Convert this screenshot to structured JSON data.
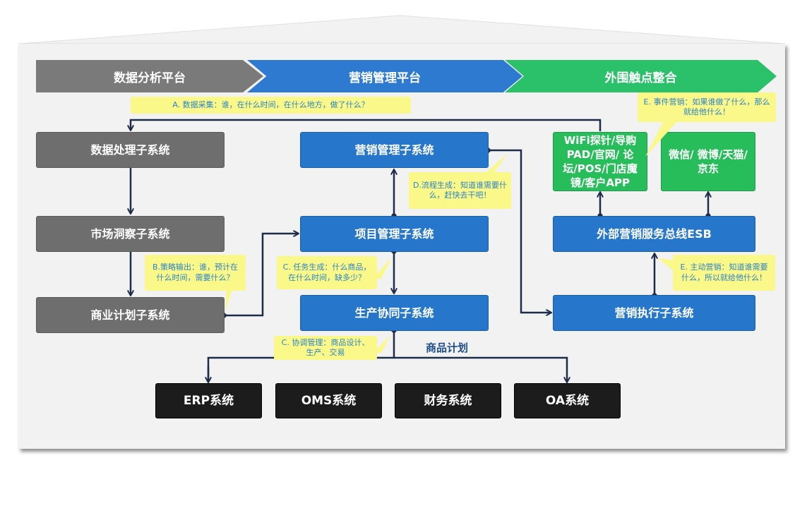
{
  "header": {
    "stage1": "数据分析平台",
    "stage2": "营销管理平台",
    "stage3": "外围触点整合"
  },
  "notes": {
    "a": "A. 数据采集：谁，在什么时间，在什么地方，做了什么？",
    "b": "B.策略输出：谁，预计在什么时间，需要什么？",
    "c1": "C. 任务生成：什么商品，在什么时间，缺多少？",
    "c2": "C. 协调管理：商品设计、生产、交易",
    "d": "D.流程生成：知道谁需要什么，赶快去干吧！",
    "e1": "E. 事件营销：如果谁做了什么，那么就给他什么！",
    "e2": "E. 主动营销：知道谁需要什么，所以就给他什么！"
  },
  "boxes": {
    "data_proc": "数据处理子系统",
    "market": "市场洞察子系统",
    "biz_plan": "商业计划子系统",
    "mkt_mgmt": "营销管理子系统",
    "project": "项目管理子系统",
    "production": "生产协同子系统",
    "wifi": "WiFi探针/导购PAD/官网/ 论坛/POS/门店魔镜/客户APP",
    "wechat": "微信/ 微博/天猫/京东",
    "esb": "外部营销服务总线ESB",
    "execution": "营销执行子系统"
  },
  "bottom": {
    "plan_label": "商品计划",
    "systems": [
      "ERP系统",
      "OMS系统",
      "财务系统",
      "OA系统"
    ]
  },
  "colors": {
    "gray": "#6e6e6e",
    "blue": "#2676cc",
    "green": "#27bd5b",
    "black": "#1c1c1c",
    "note_bg": "#fbf88a",
    "connector": "#1d2c49"
  }
}
